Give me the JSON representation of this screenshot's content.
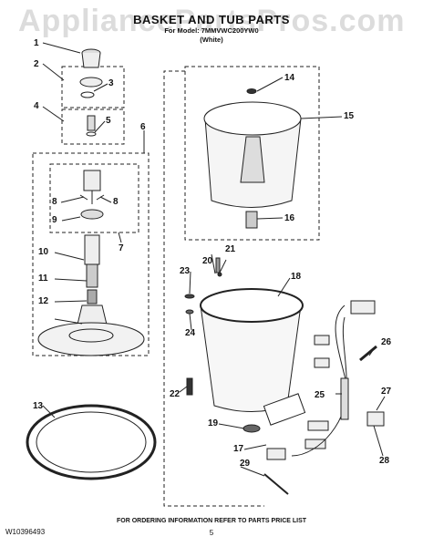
{
  "header": {
    "watermark": "AppliancePartsPros.com",
    "title": "BASKET AND TUB PARTS",
    "model_line": "For Model: 7MMVWC200YW0",
    "color_line": "(White)"
  },
  "callouts": {
    "c1": "1",
    "c2": "2",
    "c3": "3",
    "c4": "4",
    "c5": "5",
    "c6": "6",
    "c7": "7",
    "c8a": "8",
    "c8b": "8",
    "c9": "9",
    "c10": "10",
    "c11": "11",
    "c12": "12",
    "c13": "13",
    "c14": "14",
    "c15": "15",
    "c16": "16",
    "c17": "17",
    "c18": "18",
    "c19": "19",
    "c20": "20",
    "c21": "21",
    "c22": "22",
    "c23": "23",
    "c24": "24",
    "c25": "25",
    "c26": "26",
    "c27": "27",
    "c28": "28",
    "c29": "29"
  },
  "footer": {
    "doc_number": "W10396493",
    "ordering_info": "FOR ORDERING INFORMATION REFER TO PARTS PRICE LIST",
    "page": "5"
  }
}
